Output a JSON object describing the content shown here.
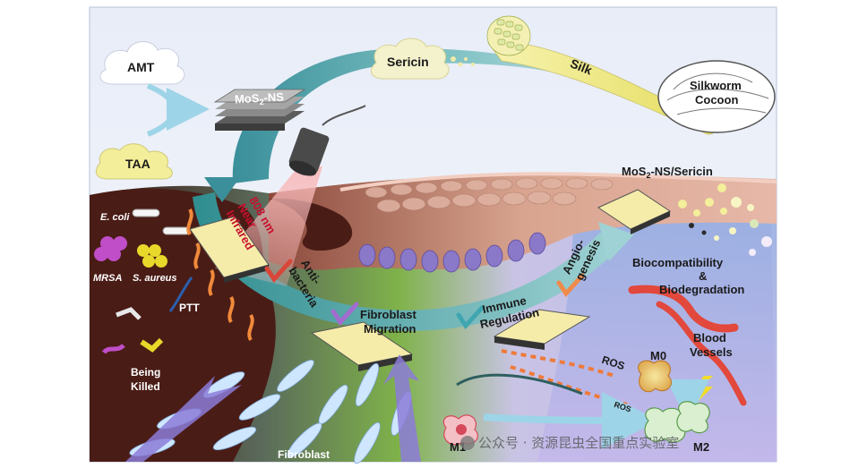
{
  "labels": {
    "amt": "AMT",
    "taa": "TAA",
    "mos2_prefix": "MoS",
    "mos2_sub": "2",
    "mos2_suffix": "-NS",
    "sericin": "Sericin",
    "silk": "Silk",
    "silkworm": "Silkworm",
    "cocoon": "Cocoon",
    "composite_prefix": "MoS",
    "composite_sub": "2",
    "composite_suffix": "-NS/Sericin",
    "nir_line1": "808 nm",
    "nir_line2": "Near",
    "nir_line3": "Infrared",
    "ecoli": "E. coli",
    "mrsa": "MRSA",
    "saureus": "S. aureus",
    "ptt": "PTT",
    "being": "Being",
    "killed": "Killed",
    "anti_line1": "Anti-",
    "anti_line2": "bacteria",
    "fibro_line1": "Fibroblast",
    "fibro_line2": "Migration",
    "immune_line1": "Immune",
    "immune_line2": "Regulation",
    "angio_line1": "Angio-",
    "angio_line2": "genesis",
    "biocompat_line1": "Biocompatibility",
    "biocompat_line2": "&",
    "biocompat_line3": "Biodegradation",
    "blood_line1": "Blood",
    "blood_line2": "Vessels",
    "ros1": "ROS",
    "ros2": "ROS",
    "m0": "M0",
    "m1": "M1",
    "m2": "M2",
    "fibroblast": "Fibroblast",
    "watermark": "公众号 · 资源昆虫全国重点实验室"
  },
  "colors": {
    "sky": "#e9eef8",
    "wound_dark": "#4a1f1a",
    "skin": "#d9a79a",
    "arc_teal": "#3f9c98",
    "silk_yellow": "#f2ee96",
    "laser_red": "#f6b3b3",
    "check_red": "#d9463a",
    "check_purple": "#a46bd0",
    "check_teal": "#3fa6b0",
    "check_orange": "#f08a4a"
  }
}
